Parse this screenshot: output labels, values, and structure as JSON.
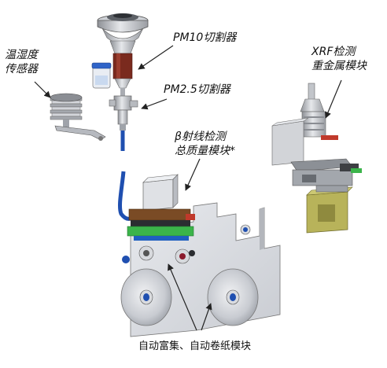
{
  "labels": {
    "pm10": "PM10切割器",
    "pm25": "PM2.5切割器",
    "humidity_line1": "温湿度",
    "humidity_line2": "传感器",
    "xrf_line1": "XRF检测",
    "xrf_line2": "重金属模块",
    "beta_line1": "β射线检测",
    "beta_line2": "总质量模块*",
    "auto_module": "自动富集、自动卷纸模块"
  },
  "colors": {
    "tube_blue": "#1f4fb0",
    "pm10_band": "#7a2a1e",
    "xrf_red": "#c0392b",
    "green_board": "#3bb44a",
    "olive_box": "#b8b35a",
    "plate_gray": "#d9dbe0"
  }
}
